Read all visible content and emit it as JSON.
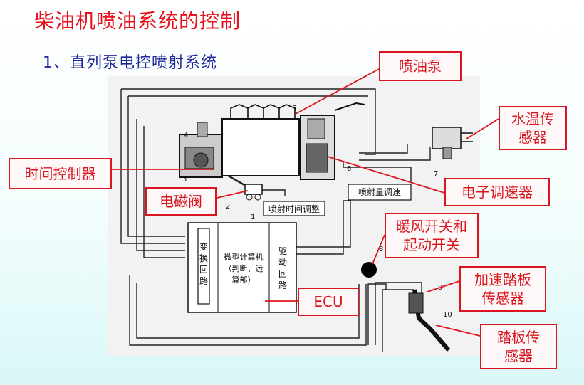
{
  "slide": {
    "title": "柴油机喷油系统的控制",
    "subtitle": "1、直列泵电控喷射系统"
  },
  "diagram": {
    "boxes": {
      "timing_adjust": "喷射时间调整",
      "injection_adjust": "喷射量调速",
      "converter": "变换回路",
      "microcomputer": "微型计算机\n（判断、运\n算部）",
      "driver": "驱动回路"
    },
    "numbers": [
      "1",
      "2",
      "3",
      "4",
      "5",
      "6",
      "7",
      "8",
      "9",
      "10"
    ]
  },
  "callouts": {
    "pump": "喷油泵",
    "water_temp": "水温传\n感器",
    "timer": "时间控制器",
    "solenoid": "电磁阀",
    "governor": "电子调速器",
    "switches": "暖风开关和\n起动开关",
    "accel": "加速踏板\n传感器",
    "ecu": "ECU",
    "pedal": "踏板传\n感器"
  },
  "colors": {
    "title": "#e8101a",
    "subtitle": "#1d2a9a",
    "callout_border": "#d9161f",
    "leader": "#e0141c"
  }
}
